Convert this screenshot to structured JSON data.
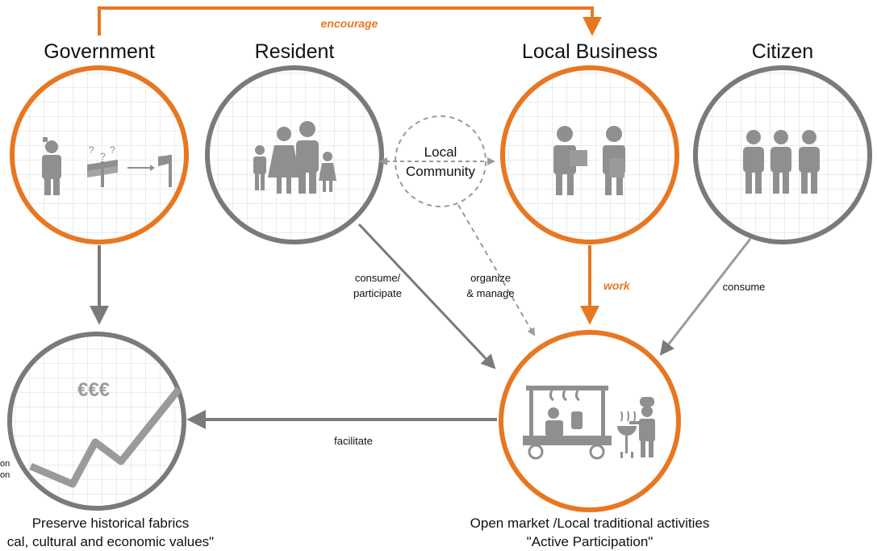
{
  "actors": {
    "government": "Government",
    "resident": "Resident",
    "local_business": "Local Business",
    "citizen": "Citizen"
  },
  "community_label": [
    "Local",
    "Community"
  ],
  "relations": {
    "encourage": "encourage",
    "work": "work",
    "consume_participate": [
      "consume/",
      "participate"
    ],
    "organize_manage": [
      "organize",
      "& manage"
    ],
    "consume": "consume",
    "facilitate": "facilitate"
  },
  "outcomes": {
    "market": [
      "Open market /Local traditional activities",
      "\"Active Participation\""
    ],
    "preserve": [
      "Preserve historical fabrics",
      "cal, cultural and economic values\""
    ],
    "currency": "€€€",
    "cutoff": [
      "on",
      "on"
    ]
  },
  "government_icon_marks": [
    "?",
    "?",
    "?"
  ],
  "colors": {
    "orange": "#e87722",
    "gray": "#7a7a7a",
    "icon": "#8f8f8f",
    "grid": "#d9d9d9"
  }
}
